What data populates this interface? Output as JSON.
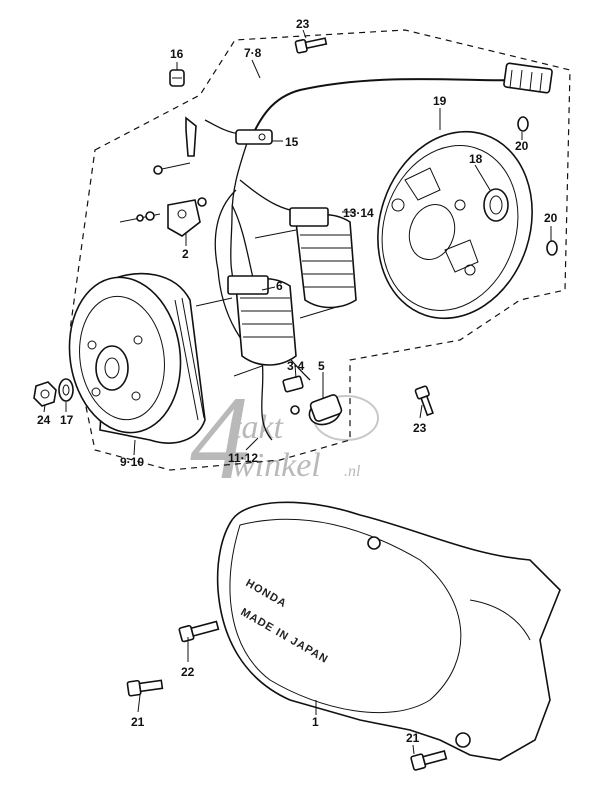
{
  "callouts": {
    "c1": "1",
    "c2": "2",
    "c3_4": "3·4",
    "c5": "5",
    "c6": "6",
    "c7_8": "7·8",
    "c9_10": "9·10",
    "c11_12": "11·12",
    "c13_14": "13·14",
    "c15": "15",
    "c16": "16",
    "c17": "17",
    "c18": "18",
    "c19": "19",
    "c20a": "20",
    "c20b": "20",
    "c21a": "21",
    "c21b": "21",
    "c22": "22",
    "c23a": "23",
    "c23b": "23",
    "c24": "24"
  },
  "cover_text": {
    "brand": "HONDA",
    "origin": "MADE IN JAPAN"
  },
  "watermark": {
    "digit": "4",
    "word1": "takt",
    "word2": "winkel",
    "suffix": ".nl"
  },
  "colors": {
    "line": "#111111",
    "watermark": "#b9b9b9"
  }
}
